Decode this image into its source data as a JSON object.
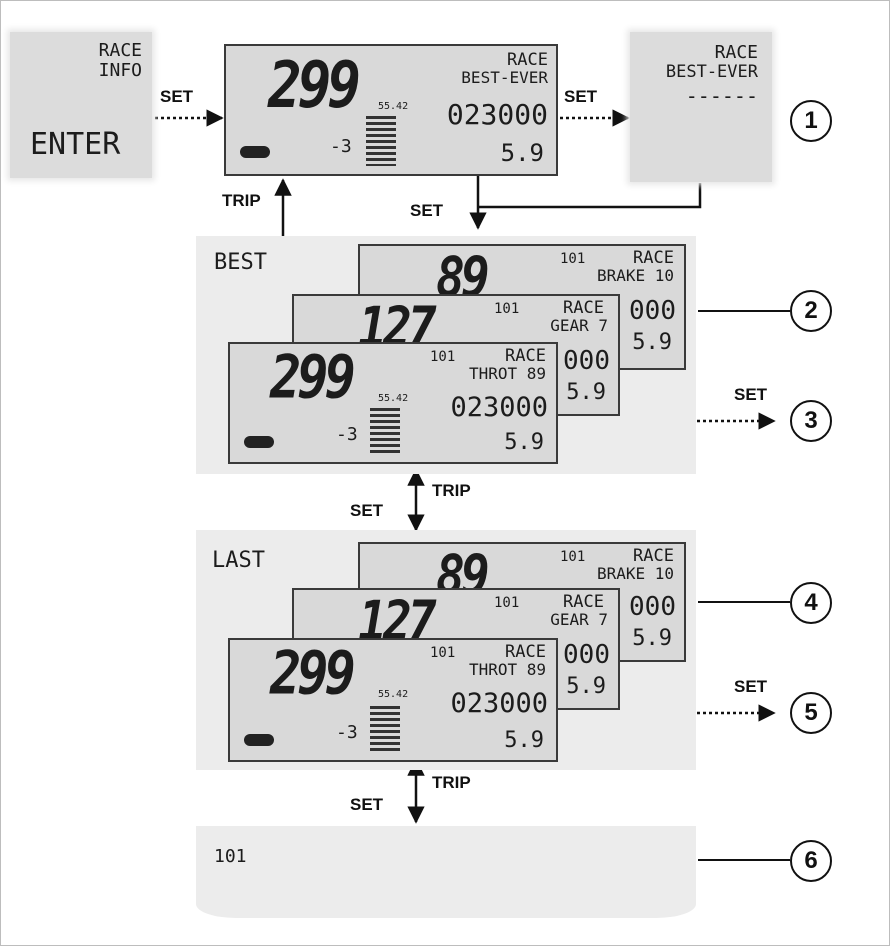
{
  "top_row": {
    "info_screen": {
      "line1": "RACE",
      "line2": "INFO",
      "enter": "ENTER"
    },
    "main_screen": {
      "speed": "299",
      "small": "55.42",
      "race": "RACE",
      "best_ever": "BEST-EVER",
      "odo": "023000",
      "gear_small": "5.9",
      "bottom_left": "-3"
    },
    "best_ever_screen": {
      "race": "RACE",
      "best_ever": "BEST-EVER",
      "dashes": "------"
    }
  },
  "labels": {
    "set": "SET",
    "trip": "TRIP"
  },
  "best_panel": {
    "title": "BEST",
    "back_screen": {
      "speed": "89",
      "race": "RACE",
      "brake": "BRAKE 10",
      "odo": "000",
      "gear_small": "5.9",
      "marker": "101"
    },
    "mid_screen": {
      "speed": "127",
      "race": "RACE",
      "gear": "GEAR 7",
      "odo": "000",
      "gear_small": "5.9",
      "marker": "101"
    },
    "front_screen": {
      "speed": "299",
      "small": "55.42",
      "race": "RACE",
      "throt": "THROT 89",
      "odo": "023000",
      "gear_small": "5.9",
      "marker": "101",
      "bottom_left": "-3"
    }
  },
  "last_panel": {
    "title": "LAST",
    "back_screen": {
      "speed": "89",
      "race": "RACE",
      "brake": "BRAKE 10",
      "odo": "000",
      "gear_small": "5.9",
      "marker": "101"
    },
    "mid_screen": {
      "speed": "127",
      "race": "RACE",
      "gear": "GEAR 7",
      "odo": "000",
      "gear_small": "5.9",
      "marker": "101"
    },
    "front_screen": {
      "speed": "299",
      "small": "55.42",
      "race": "RACE",
      "throt": "THROT 89",
      "odo": "023000",
      "gear_small": "5.9",
      "marker": "101",
      "bottom_left": "-3"
    }
  },
  "bottom_panel": {
    "marker": "101"
  },
  "callouts": [
    "1",
    "2",
    "3",
    "4",
    "5",
    "6"
  ]
}
